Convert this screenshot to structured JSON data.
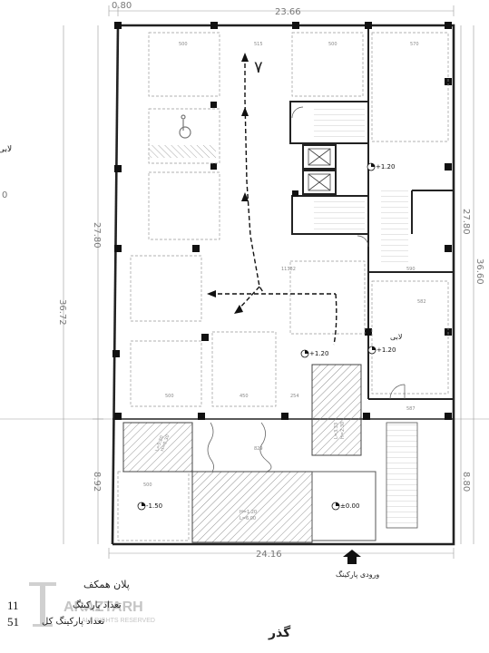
{
  "dimensions": {
    "top_offset": "0.80",
    "top_width": "23.66",
    "left_total": "36.72",
    "left_upper": "27.80",
    "left_lower": "8.92",
    "right_total": "36.60",
    "right_upper": "27.80",
    "right_lower": "8.80",
    "bottom_width": "24.16"
  },
  "levels": {
    "stair": "+1.20",
    "mid": "+1.20",
    "shop": "+1.20",
    "lower_left": "-1.50",
    "lower_right": "±0.00"
  },
  "rooms": {
    "shop": "لابی"
  },
  "ramp_labels": {
    "ramp1_a": "L=5.20",
    "ramp1_b": "H=0.30",
    "ramp2_a": "H=1.20",
    "ramp2_b": "L=6.00",
    "ramp3_a": "L=3.33",
    "ramp3_b": "H=2.30"
  },
  "parking_number": "۷",
  "entrance_label": "ورودی پارکینگ",
  "street_label": "گذر",
  "legend": {
    "title": "پلان همکف",
    "row1_num": "11",
    "row1_text": "تعداد پارکینگ",
    "row2_num": "51",
    "row2_text": "تعداد پارکینگ کل"
  },
  "watermark": {
    "brand": "ARAZTARH",
    "rights": "ALL RIGHTS RESERVED"
  },
  "edge_left_top": "لابی",
  "edge_left_num": "0"
}
